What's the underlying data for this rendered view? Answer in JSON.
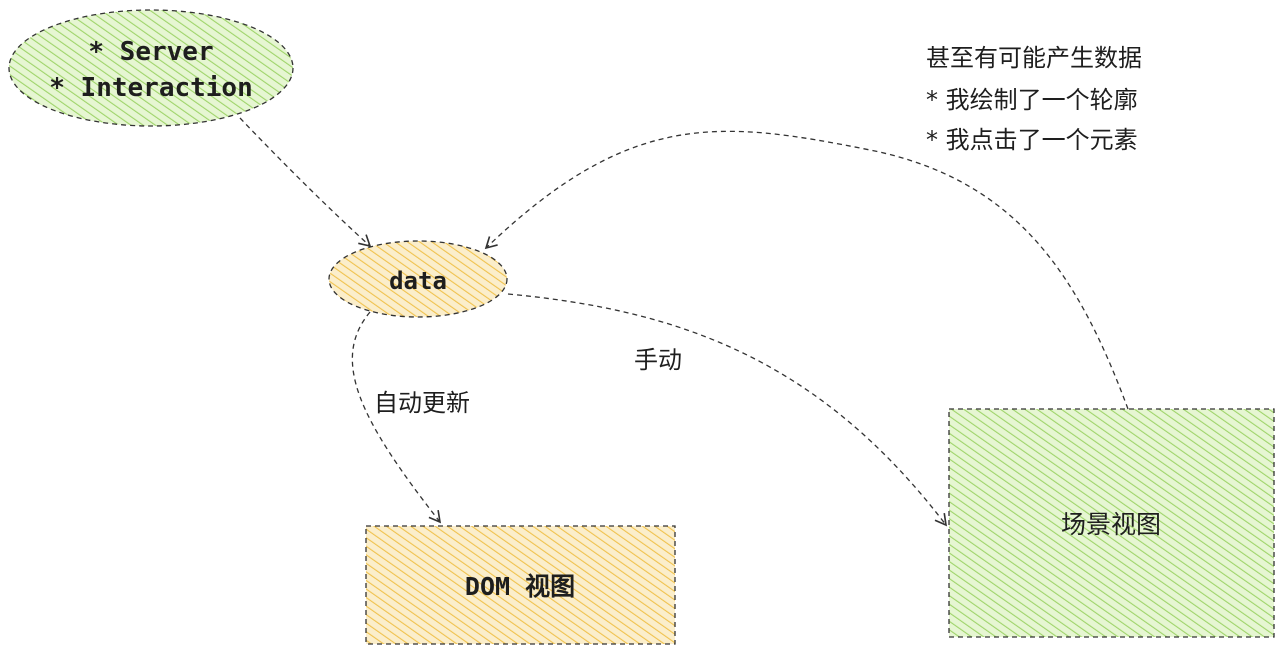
{
  "nodes": {
    "server": {
      "line1": "* Server",
      "line2": "* Interaction",
      "fill": "#c7eb9e",
      "stroke": "#333333"
    },
    "data": {
      "label": "data",
      "fill": "#f5d68a",
      "stroke": "#333333"
    },
    "dom_view": {
      "label": "DOM 视图",
      "fill": "#f5d68a",
      "stroke": "#333333"
    },
    "scene_view": {
      "label": "场景视图",
      "fill": "#c7eb9e",
      "stroke": "#333333"
    }
  },
  "edge_labels": {
    "auto_update": "自动更新",
    "manual": "手动"
  },
  "note": {
    "line1": "甚至有可能产生数据",
    "line2": "* 我绘制了一个轮廓",
    "line3": "* 我点击了一个元素"
  },
  "colors": {
    "green_fill": "#c7eb9e",
    "yellow_fill": "#f5d68a",
    "line": "#333333",
    "text": "#1e1e1e"
  }
}
